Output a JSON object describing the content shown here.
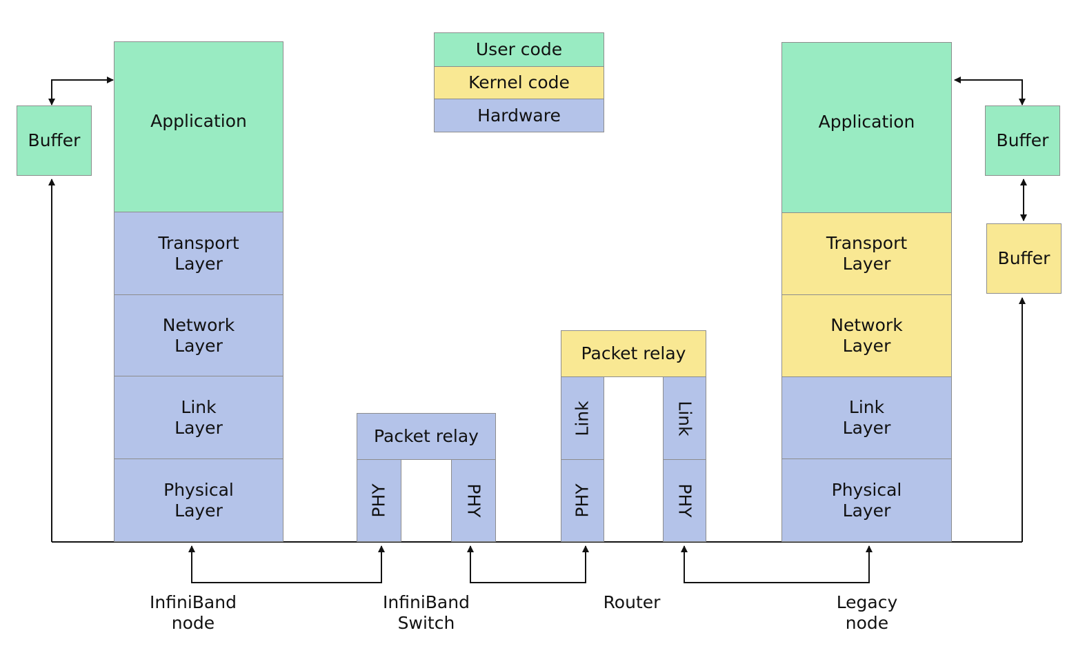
{
  "legend": {
    "user_code": "User code",
    "kernel_code": "Kernel code",
    "hardware": "Hardware"
  },
  "colors": {
    "user_code": "#99ebc2",
    "kernel_code": "#f9e893",
    "hardware": "#b4c3e9",
    "line": "#111111"
  },
  "infiniband_node": {
    "buffer": "Buffer",
    "application": "Application",
    "transport": "Transport\nLayer",
    "network": "Network\nLayer",
    "link": "Link\nLayer",
    "physical": "Physical\nLayer",
    "caption": "InfiniBand\nnode"
  },
  "infiniband_switch": {
    "relay": "Packet relay",
    "phy_left": "PHY",
    "phy_right": "PHY",
    "caption": "InfiniBand\nSwitch"
  },
  "router": {
    "relay": "Packet relay",
    "link_left": "Link",
    "link_right": "Link",
    "phy_left": "PHY",
    "phy_right": "PHY",
    "caption": "Router"
  },
  "legacy_node": {
    "application": "Application",
    "transport": "Transport\nLayer",
    "network": "Network\nLayer",
    "link": "Link\nLayer",
    "physical": "Physical\nLayer",
    "buffer_user": "Buffer",
    "buffer_kernel": "Buffer",
    "caption": "Legacy\nnode"
  }
}
